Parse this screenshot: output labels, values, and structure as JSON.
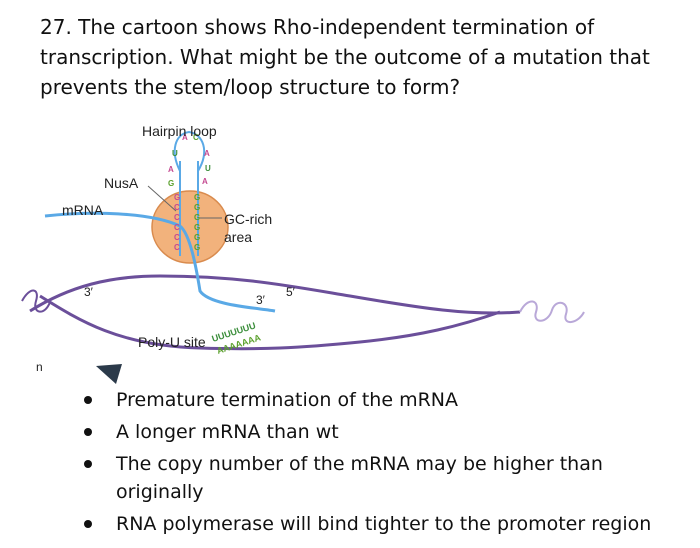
{
  "question": {
    "text": "27. The cartoon shows Rho-independent termination of transcription. What might be the outcome of a mutation that prevents the stem/loop structure to form?"
  },
  "figure": {
    "labels": {
      "hairpin_loop": "Hairpin loop",
      "nusa": "NusA",
      "mrna": "mRNA",
      "gc_rich": "GC-rich",
      "area": "area",
      "three_prime_left": "3′",
      "three_prime_right": "3′",
      "five_prime": "5′",
      "poly_u_site": "Poly-U site",
      "poly_u_seq": "UUUUUUU",
      "poly_a_seq": "AAAAAAA",
      "n_label": "n"
    },
    "colors": {
      "mrna_strand": "#5aa9e6",
      "dna_strand": "#6b4f9a",
      "rnap_core": "#f2b27c",
      "rnap_edge": "#d98b4e",
      "loop_nt_u": "#3b8e3b",
      "loop_nt_c": "#c44a91",
      "loop_nt_g": "#5aa02c",
      "arrow": "#2b3a4a"
    }
  },
  "options": [
    {
      "text": "Premature termination of the mRNA"
    },
    {
      "text": "A longer mRNA than wt"
    },
    {
      "text": "The copy number of the mRNA may be higher than originally"
    },
    {
      "text": "RNA polymerase will bind tighter to the promoter region"
    }
  ]
}
